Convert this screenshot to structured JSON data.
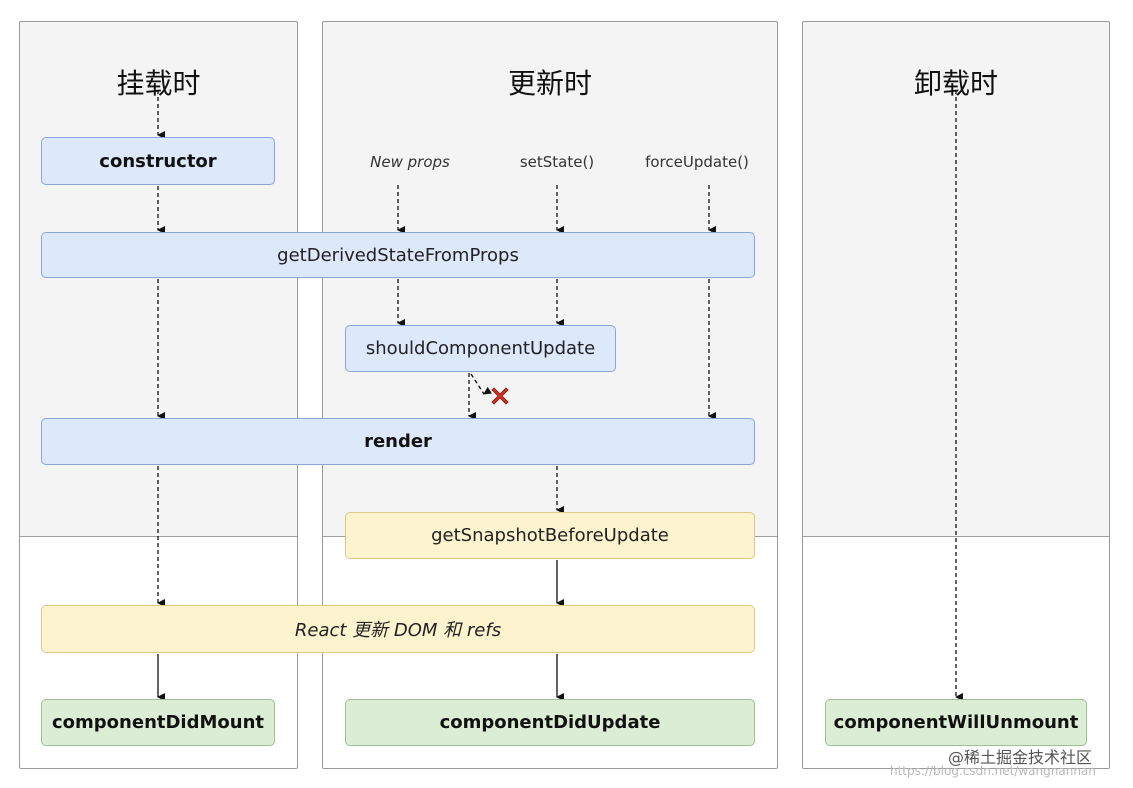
{
  "columns": {
    "mounting": "挂载时",
    "updating": "更新时",
    "unmounting": "卸载时"
  },
  "triggers": {
    "new_props": "New props",
    "set_state": "setState()",
    "force_update": "forceUpdate()"
  },
  "nodes": {
    "constructor": "constructor",
    "get_derived_state": "getDerivedStateFromProps",
    "should_update": "shouldComponentUpdate",
    "render": "render",
    "get_snapshot": "getSnapshotBeforeUpdate",
    "react_update_dom": "React 更新 DOM 和 refs",
    "did_mount": "componentDidMount",
    "did_update": "componentDidUpdate",
    "will_unmount": "componentWillUnmount"
  },
  "colors": {
    "blue": "#dde8fb",
    "yellow": "#fdf4cf",
    "green": "#dcedd5",
    "cancel_x": "#d9301f"
  },
  "watermark": {
    "brand": "@稀土掘金技术社区",
    "url": "https://blog.csdn.net/wangnannan"
  }
}
